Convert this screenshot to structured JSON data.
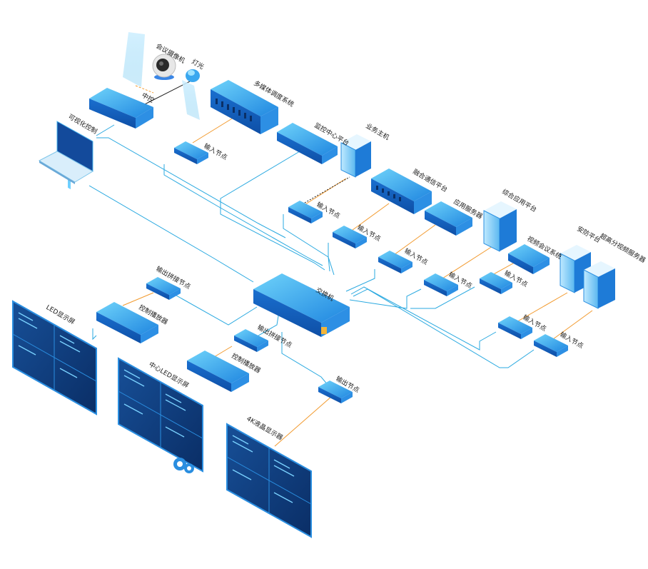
{
  "colors": {
    "line": "#2aa9e0",
    "signal": "#f29a2e",
    "device_dark": "#1a73d6",
    "device_light": "#58c8f5",
    "screen_dark": "#0d3a78"
  },
  "labels": {
    "camera": "会议摄像机",
    "light": "灯光",
    "central_control": "中控",
    "visual_control": "可视化控制",
    "multimedia": "多媒体调度系统",
    "input_node_1": "输入节点",
    "monitor_center": "监控中心平台",
    "business_host": "业务主机",
    "input_node_2": "输入节点",
    "fusion_comm": "融合通信平台",
    "input_node_3": "输入节点",
    "app_server": "应用服务器",
    "input_node_4": "输入节点",
    "integrated_app": "综合应用平台",
    "video_conf": "视频会议系统",
    "input_node_5": "输入节点",
    "input_node_6": "输入节点",
    "security": "安防平台",
    "hd_server": "超高分视频服务器",
    "input_node_7": "输入节点",
    "input_node_8": "输入节点",
    "switch": "交换机",
    "output_splice_1": "输出拼接节点",
    "player_1": "控制播放器",
    "led_screen": "LED显示屏",
    "output_splice_2": "输出拼接节点",
    "player_2": "控制播放器",
    "center_led": "中心LED显示屏",
    "output_node": "输出节点",
    "lcd_4k": "4K液晶显示器"
  }
}
